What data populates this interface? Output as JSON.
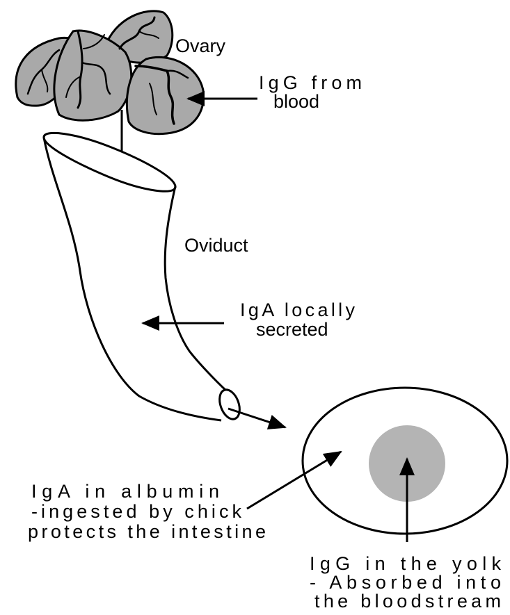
{
  "labels": {
    "ovary": "Ovary",
    "igg_blood": [
      "IgG from",
      "blood"
    ],
    "oviduct": "Oviduct",
    "iga_secreted": [
      "IgA locally",
      "secreted"
    ],
    "iga_albumin": [
      "IgA in albumin",
      "-ingested by chick",
      "protects the intestine"
    ],
    "igg_yolk": [
      "IgG in the yolk",
      "- Absorbed into",
      "the bloodstream"
    ]
  },
  "colors": {
    "ink": "#000000",
    "ovary_fill": "#a9a9a9",
    "yolk_fill": "#b4b4b4",
    "background": "#ffffff"
  }
}
